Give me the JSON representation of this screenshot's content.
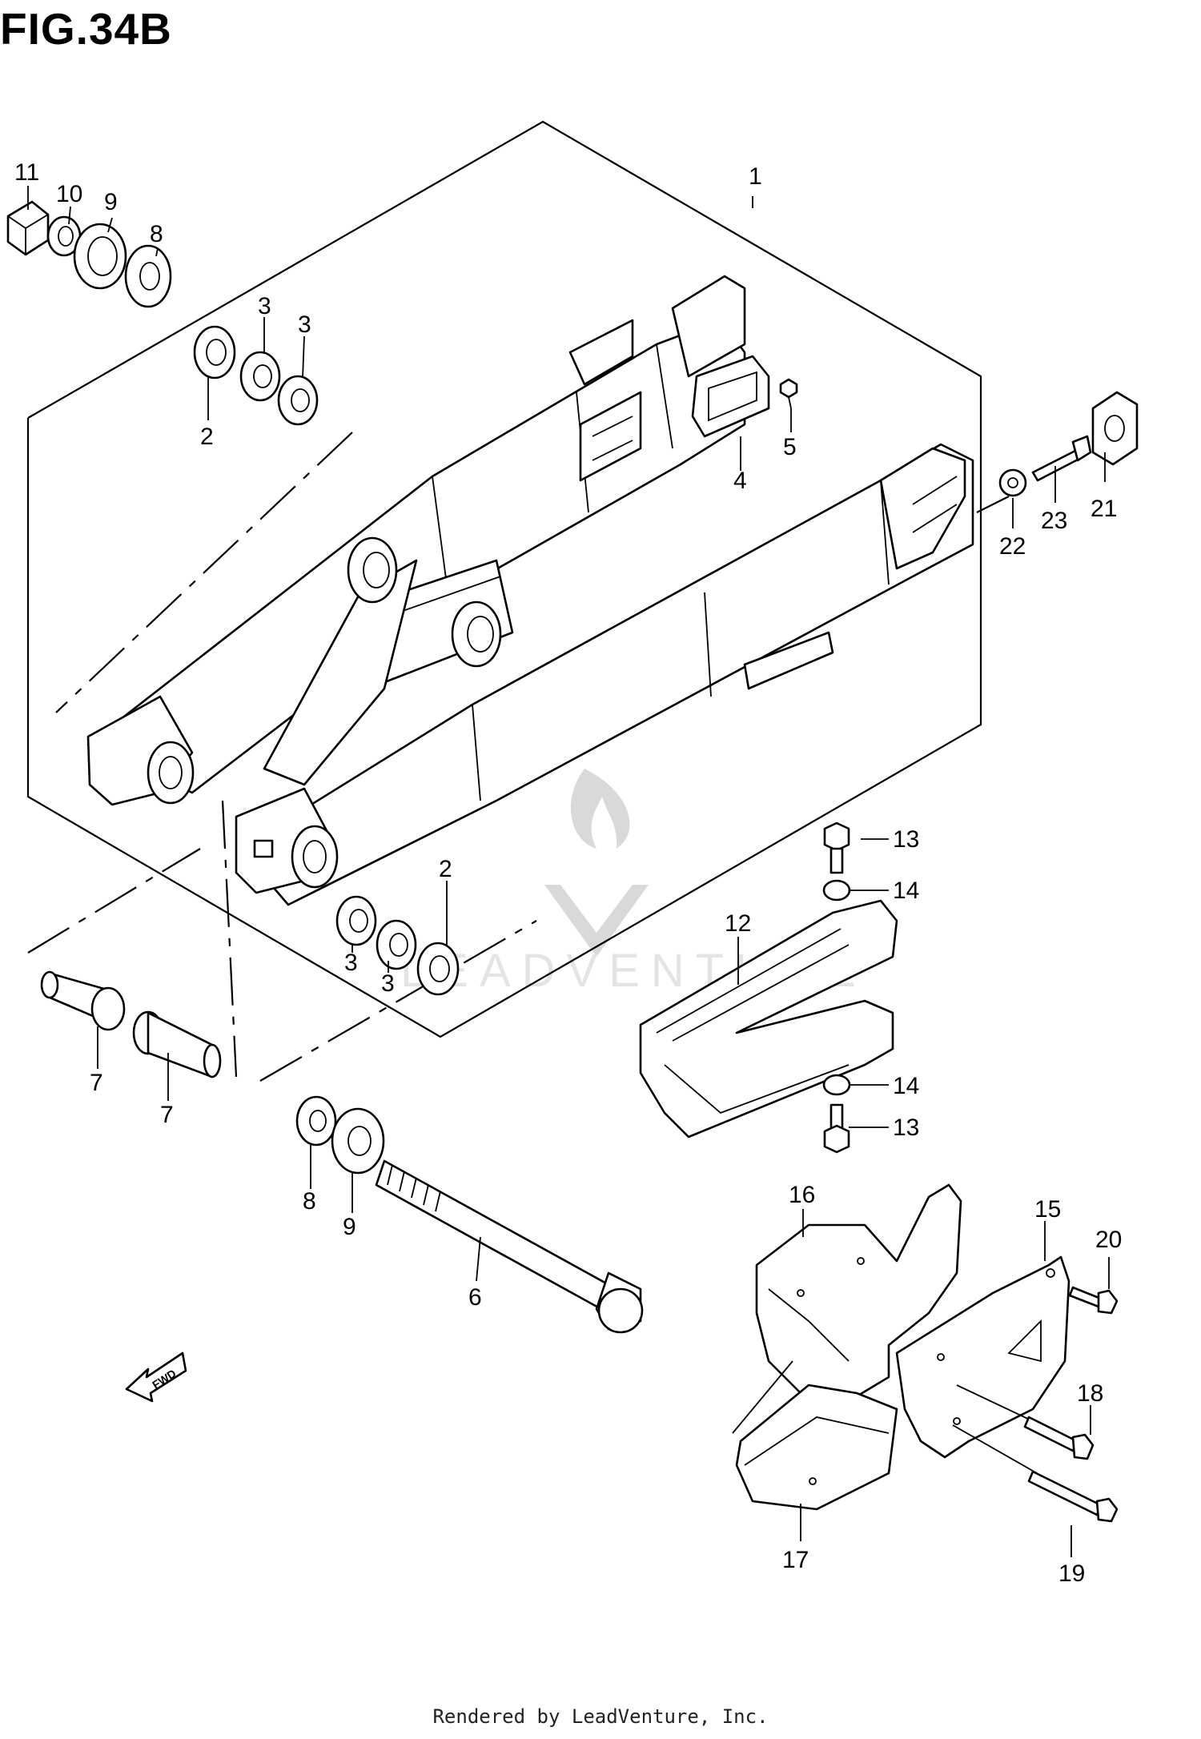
{
  "title": "FIG.34B",
  "footer": "Rendered by LeadVenture, Inc.",
  "watermark": "LEADVENTURE",
  "fwd_label": "FWD",
  "callouts": [
    "1",
    "2",
    "2",
    "3",
    "3",
    "3",
    "3",
    "4",
    "5",
    "6",
    "7",
    "7",
    "8",
    "8",
    "9",
    "9",
    "10",
    "11",
    "12",
    "13",
    "13",
    "14",
    "14",
    "15",
    "16",
    "17",
    "18",
    "19",
    "20",
    "21",
    "22",
    "23"
  ]
}
